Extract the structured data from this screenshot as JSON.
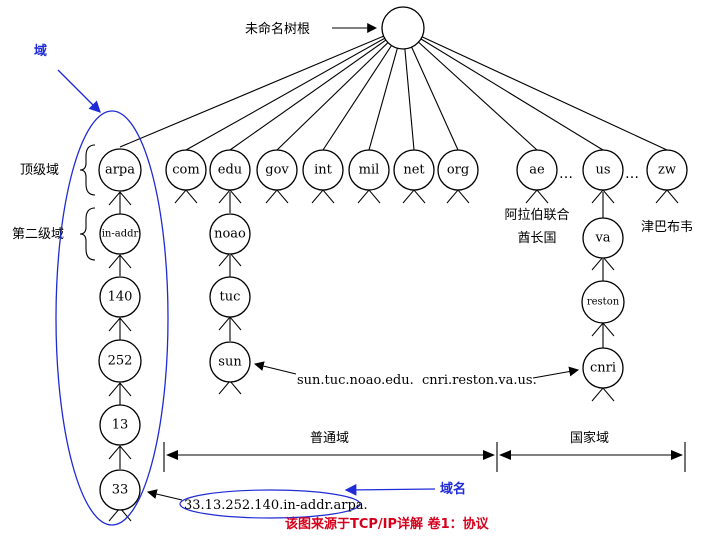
{
  "root_label": "未命名树根",
  "top_level_label": "顶级域",
  "second_level_label": "第二级域",
  "domain_annotation": "域",
  "domain_name_annotation": "域名",
  "generic_domains_label": "普通域",
  "country_domains_label": "国家域",
  "ae_caption_line1": "阿拉伯联合",
  "ae_caption_line2": "酋长国",
  "zw_caption": "津巴布韦",
  "example_sun": "sun.tuc.noao.edu.",
  "example_cnri": "cnri.reston.va.us.",
  "example_arpa": "33.13.252.140.in-addr.arpa.",
  "source_note": "该图来源于TCP/IP详解 卷1：协议",
  "ellipsis": "…",
  "nodes": {
    "arpa": "arpa",
    "com": "com",
    "edu": "edu",
    "gov": "gov",
    "int": "int",
    "mil": "mil",
    "net": "net",
    "org": "org",
    "ae": "ae",
    "us": "us",
    "zw": "zw",
    "in_addr": "in-addr",
    "n140": "140",
    "n252": "252",
    "n13": "13",
    "n33": "33",
    "noao": "noao",
    "tuc": "tuc",
    "sun": "sun",
    "va": "va",
    "reston": "reston",
    "cnri": "cnri"
  }
}
